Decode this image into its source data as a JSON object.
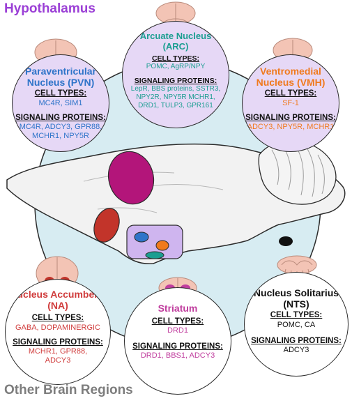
{
  "titles": {
    "hypothalamus": "Hypothalamus",
    "other": "Other Brain Regions"
  },
  "labels": {
    "cell_types": "CELL TYPES:",
    "signaling_proteins": "SIGNALING PROTEINS:"
  },
  "colors": {
    "hypothalamus_title": "#9b3fd6",
    "other_title": "#7d7d7d",
    "hypothalamus_bubble": "#e6d8f6",
    "other_bubble": "#ffffff",
    "central_circle": "#d7ecf2",
    "pvn": "#2e74c9",
    "arc": "#1b9e91",
    "vmh": "#f07a1e",
    "na": "#d03c3c",
    "striatum": "#c03d9e",
    "nts": "#111111"
  },
  "regions": {
    "pvn": {
      "name": [
        "Paraventricular",
        "Nucleus (PVN)"
      ],
      "cell_types": [
        "MC4R, SIM1"
      ],
      "signaling": [
        "MC4R, ADCY3, GPR88,",
        "MCHR1, NPY5R"
      ]
    },
    "arc": {
      "name": [
        "Arcuate Nucleus",
        "(ARC)"
      ],
      "cell_types": [
        "POMC, AgRP/NPY"
      ],
      "signaling": [
        "LepR, BBS proteins, SSTR3,",
        "NPY2R, NPY5R MCHR1,",
        "DRD1, TULP3, GPR161"
      ]
    },
    "vmh": {
      "name": [
        "Ventromedial",
        "Nucleus (VMH)"
      ],
      "cell_types": [
        "SF-1"
      ],
      "signaling": [
        "ADCY3, NPY5R, MCHR1"
      ]
    },
    "na": {
      "name": [
        "Nucleus Accumbens",
        "(NA)"
      ],
      "cell_types": [
        "GABA, DOPAMINERGIC"
      ],
      "signaling": [
        "MCHR1, GPR88,",
        "ADCY3"
      ]
    },
    "striatum": {
      "name": [
        "Striatum"
      ],
      "cell_types": [
        "DRD1"
      ],
      "signaling": [
        "DRD1, BBS1, ADCY3"
      ]
    },
    "nts": {
      "name": [
        "Nucleus Solitarius",
        "(NTS)"
      ],
      "cell_types": [
        "POMC, CA"
      ],
      "signaling": [
        "ADCY3"
      ]
    }
  }
}
